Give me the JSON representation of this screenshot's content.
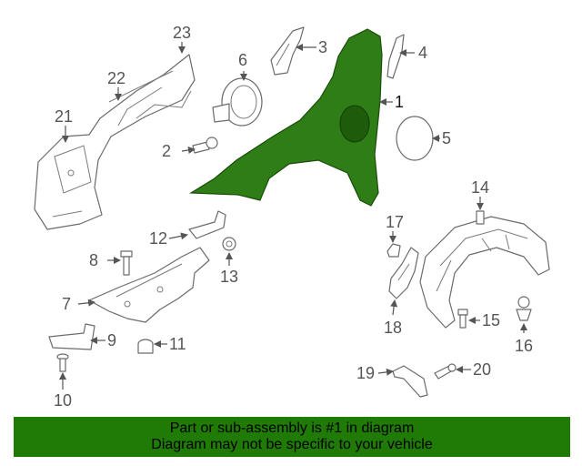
{
  "colors": {
    "highlight_part": "#2e7d16",
    "banner_background": "#1f7a06",
    "banner_text": "#000000",
    "callout_text": "#555555"
  },
  "callouts": [
    "1",
    "2",
    "3",
    "4",
    "5",
    "6",
    "7",
    "8",
    "9",
    "10",
    "11",
    "12",
    "13",
    "14",
    "15",
    "16",
    "17",
    "18",
    "19",
    "20",
    "21",
    "22",
    "23"
  ],
  "banner": {
    "line1": "Part or sub-assembly is #1 in diagram",
    "line2": "Diagram may not be specific to your vehicle"
  }
}
